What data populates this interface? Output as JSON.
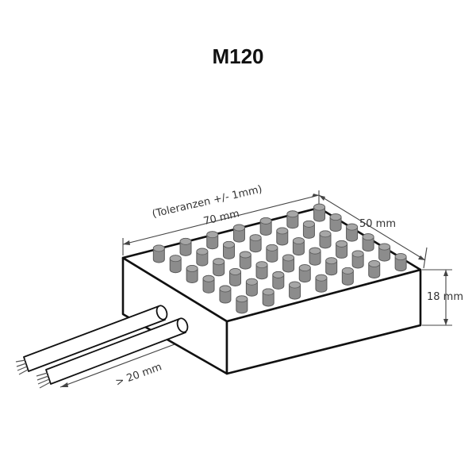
{
  "title": "M120",
  "labels": {
    "tolerance": "(Toleranzen +/- 1mm)",
    "length": "70 mm",
    "width": "50 mm",
    "height": "18 mm",
    "cable": "> 20 mm"
  },
  "colors": {
    "outline": "#111111",
    "pin": "#8c8c8c",
    "pin_shadow": "#5a5a5a",
    "dimension": "#444444"
  },
  "pins": {
    "rows": 6,
    "columns": 7
  }
}
